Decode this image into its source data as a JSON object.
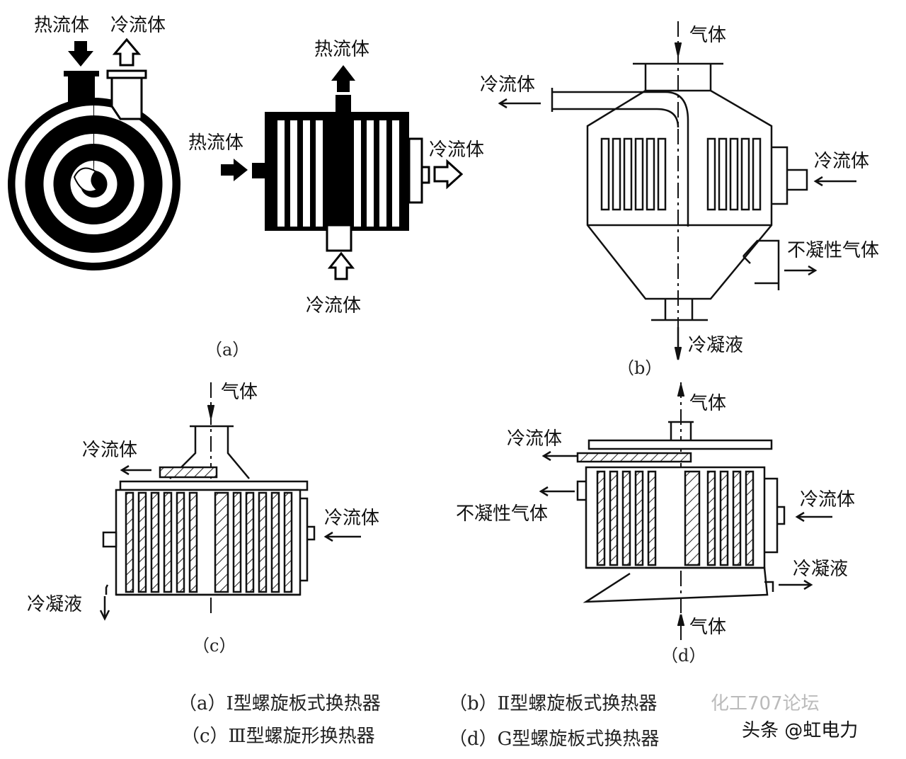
{
  "diagram_a": {
    "hot_in": "热流体",
    "cold_out": "冷流体",
    "hot_out": "热流体",
    "hot_in_side": "热流体",
    "cold_out_side": "冷流体",
    "cold_in_bottom": "冷流体",
    "caption": "（a）"
  },
  "diagram_b": {
    "gas": "气体",
    "cold_left": "冷流体",
    "cold_right": "冷流体",
    "noncondensable": "不凝性气体",
    "condensate": "冷凝液",
    "caption": "（b）"
  },
  "diagram_c": {
    "gas": "气体",
    "cold_left": "冷流体",
    "cold_right": "冷流体",
    "condensate": "冷凝液",
    "caption": "（c）"
  },
  "diagram_d": {
    "gas_top": "气体",
    "cold_left": "冷流体",
    "noncondensable": "不凝性气体",
    "cold_right": "冷流体",
    "condensate": "冷凝液",
    "gas_bottom": "气体",
    "caption": "（d）"
  },
  "captions": {
    "a": "（a）I型螺旋板式换热器",
    "b": "（b）Ⅱ型螺旋板式换热器",
    "c": "（c）Ⅲ型螺旋形换热器",
    "d": "（d）G型螺旋板式换热器"
  },
  "watermark": {
    "faded": "化工707论坛",
    "credit": "头条 @虹电力"
  }
}
